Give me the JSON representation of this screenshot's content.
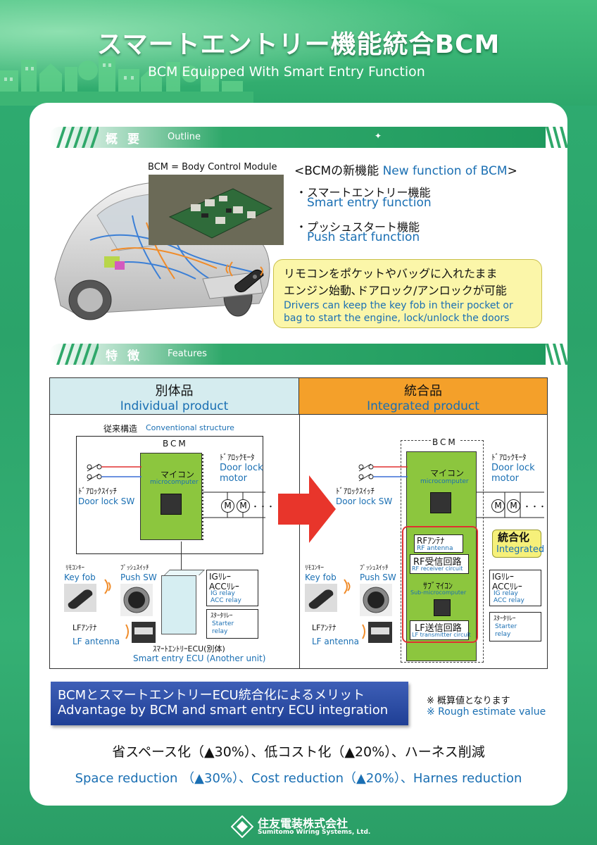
{
  "header": {
    "title_jp": "スマートエントリー機能統合BCM",
    "title_en": "BCM Equipped With Smart Entry Function"
  },
  "outline": {
    "section_jp": "概要",
    "section_en": "Outline",
    "bcm_caption": "BCM = Body Control Module",
    "new_function_prefix": "<BCMの新機能 ",
    "new_function_en": "New function of BCM",
    "new_function_suffix": ">",
    "bullets": [
      {
        "jp": "・スマートエントリー機能",
        "en": "Smart entry function"
      },
      {
        "jp": "・プッシュスタート機能",
        "en": "Push start function"
      }
    ],
    "callout": {
      "jp_line1": "リモコンをポケットやバッグに入れたまま",
      "jp_line2": "エンジン始動､ドアロック/アンロックが可能",
      "en_line1": "Drivers can keep the key fob in their pocket or",
      "en_line2": "bag to start the engine, lock/unlock the doors"
    }
  },
  "features": {
    "section_jp": "特徴",
    "section_en": "Features",
    "left": {
      "head_jp": "別体品",
      "head_en": "Individual product",
      "conventional_jp": "従来構造",
      "conventional_en": "Conventional structure",
      "bcm": "BCM",
      "micon_jp": "マイコン",
      "micon_en": "microcomputer",
      "door_motor_jp": "ﾄﾞｱﾛｯｸﾓｰﾀ",
      "door_motor_en1": "Door lock",
      "door_motor_en2": "motor",
      "door_sw_jp": "ﾄﾞｱﾛｯｸｽｲｯﾁ",
      "door_sw_en": "Door lock SW",
      "keyfob_jp": "ﾘﾓｺﾝｷｰ",
      "keyfob_en": "Key fob",
      "push_jp": "ﾌﾟｯｼｭｽｲｯﾁ",
      "push_en": "Push SW",
      "ig_jp1": "IGﾘﾚｰ",
      "ig_jp2": "ACCﾘﾚｰ",
      "ig_en1": "IG relay",
      "ig_en2": "ACC relay",
      "starter_jp": "ｽﾀｰﾀﾘﾚｰ",
      "starter_en1": "Starter",
      "starter_en2": "relay",
      "lf_jp": "LFｱﾝﾃﾅ",
      "lf_en": "LF antenna",
      "ecu_jp": "ｽﾏｰﾄｴﾝﾄﾘｰECU(別体)",
      "ecu_en": "Smart entry ECU (Another unit)",
      "dots": "・・・"
    },
    "right": {
      "head_jp": "統合品",
      "head_en": "Integrated product",
      "bcm": "BCM",
      "micon_jp": "マイコン",
      "micon_en": "microcomputer",
      "door_motor_jp": "ﾄﾞｱﾛｯｸﾓｰﾀ",
      "door_motor_en1": "Door lock",
      "door_motor_en2": "motor",
      "door_sw_jp": "ﾄﾞｱﾛｯｸｽｲｯﾁ",
      "door_sw_en": "Door lock SW",
      "rf_ant_jp": "RFｱﾝﾃﾅ",
      "rf_ant_en": "RF antenna",
      "rf_rx_jp": "RF受信回路",
      "rf_rx_en": "RF receiver circuit",
      "sub_jp": "ｻﾌﾞﾏｲｺﾝ",
      "sub_en": "Sub-microcomputer",
      "lf_tx_jp": "LF送信回路",
      "lf_tx_en": "LF transmitter circuit",
      "integrated_jp": "統合化",
      "integrated_en": "Integrated",
      "keyfob_jp": "ﾘﾓｺﾝｷｰ",
      "keyfob_en": "Key fob",
      "push_jp": "ﾌﾟｯｼｭｽｲｯﾁ",
      "push_en": "Push SW",
      "ig_jp1": "IGﾘﾚｰ",
      "ig_jp2": "ACCﾘﾚｰ",
      "ig_en1": "IG relay",
      "ig_en2": "ACC relay",
      "starter_jp": "ｽﾀｰﾀﾘﾚｰ",
      "starter_en1": "Starter",
      "starter_en2": "relay",
      "lf_jp": "LFｱﾝﾃﾅ",
      "lf_en": "LF antenna",
      "dots": "・・・"
    }
  },
  "advantage": {
    "title_jp": "BCMとスマートエントリーECU統合化によるメリット",
    "title_en": "Advantage by BCM and smart entry ECU integration",
    "note_jp": "※ 概算値となります",
    "note_en": "※ Rough estimate value",
    "result_jp": "省スペース化（▲30%）、低コスト化（▲20%）、ハーネス削減",
    "result_en": "Space reduction （▲30%）、Cost reduction（▲20%）、Harnes reduction"
  },
  "company": {
    "name_jp": "住友電装株式会社",
    "name_en": "Sumitomo Wiring Systems, Ltd."
  },
  "colors": {
    "brand_green": "#2fa86a",
    "accent_blue": "#1a6fb3",
    "integrated_orange": "#f4a02a",
    "individual_cyan": "#d5ecef",
    "board_green": "#8cc63e",
    "callout_yellow": "#fbf6a9",
    "highlight_red": "#e03030"
  }
}
